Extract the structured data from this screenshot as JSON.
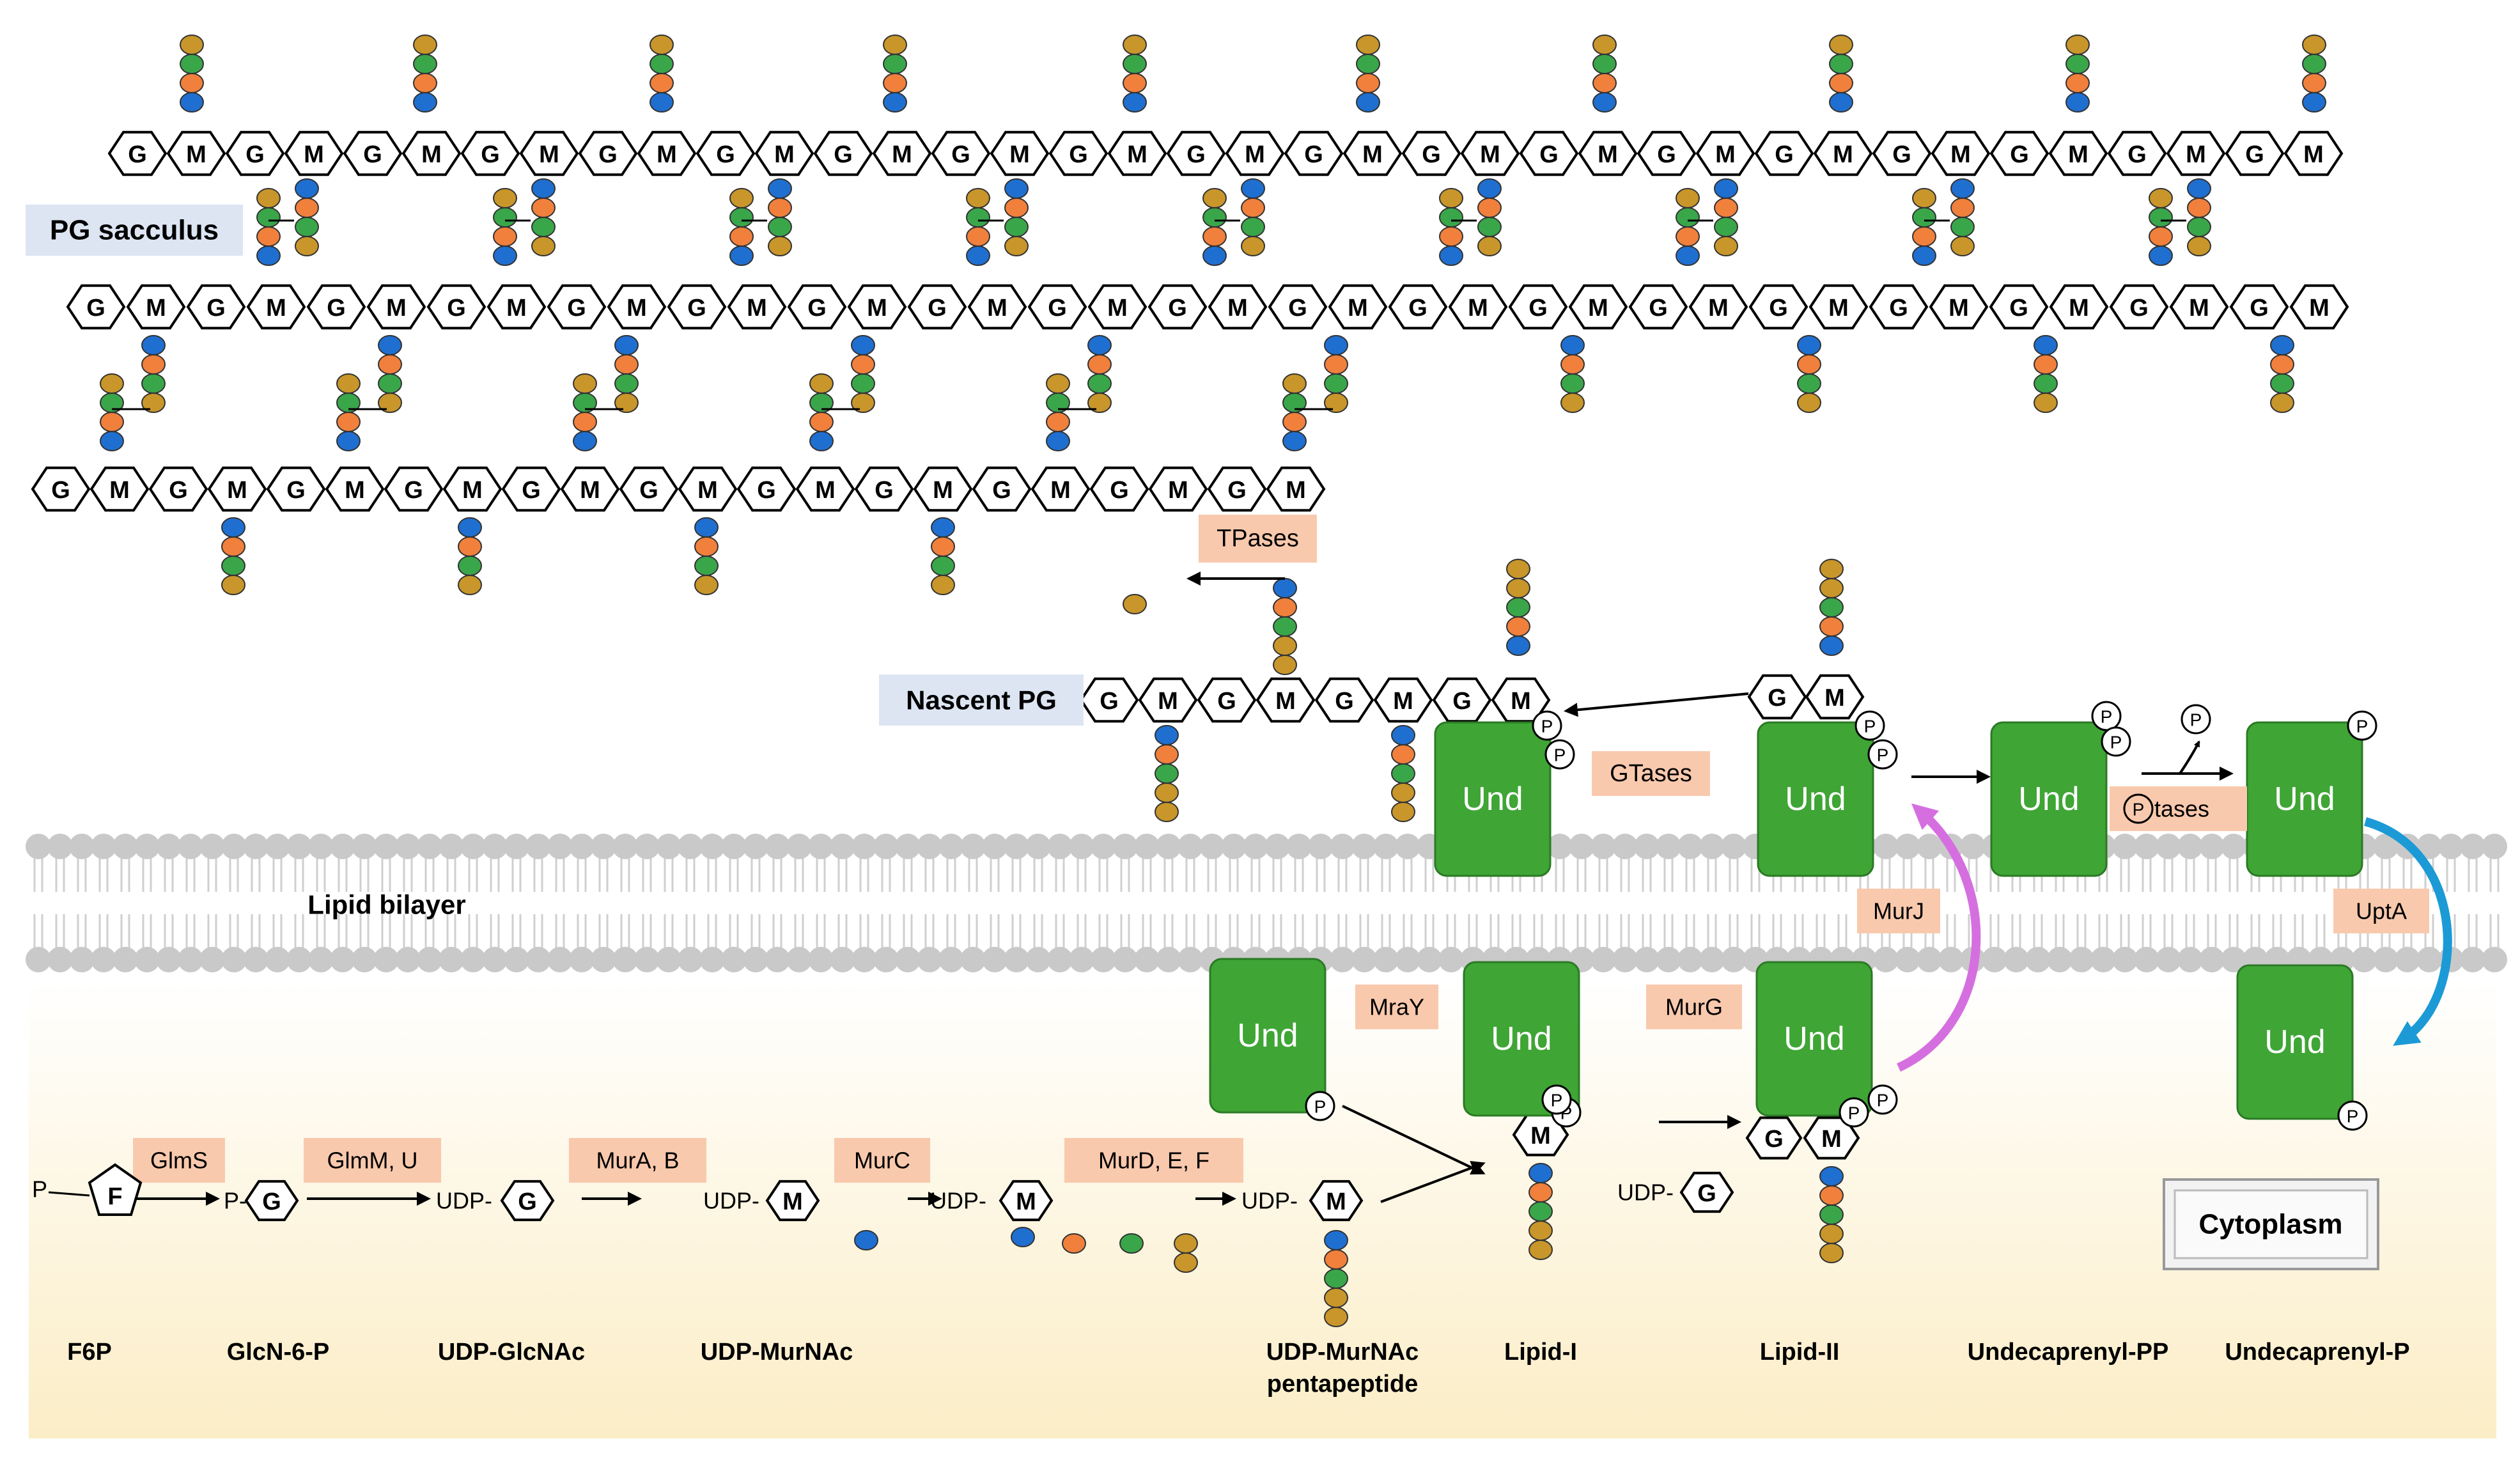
{
  "labels": {
    "pg_sacculus": "PG sacculus",
    "nascent_pg": "Nascent PG",
    "lipid_bilayer": "Lipid bilayer",
    "cytoplasm": "Cytoplasm"
  },
  "enzymes": {
    "tpases": "TPases",
    "gtases": "GTases",
    "murj": "MurJ",
    "ptases_suffix": "tases",
    "upta": "UptA",
    "mray": "MraY",
    "murg": "MurG",
    "glms": "GlmS",
    "glmm_u": "GlmM, U",
    "mura_b": "MurA, B",
    "murc": "MurC",
    "murdef": "MurD, E,   F"
  },
  "glyphs": {
    "g": "G",
    "m": "M",
    "f": "F",
    "p": "P",
    "und": "Und",
    "udp": "UDP-",
    "p_dash": "P-"
  },
  "pathway_labels": {
    "f6p": "F6P",
    "glcn6p": "GlcN-6-P",
    "udp_glcnac": "UDP-GlcNAc",
    "udp_murnac": "UDP-MurNAc",
    "udp_murnac_penta_1": "UDP-MurNAc",
    "udp_murnac_penta_2": "pentapeptide",
    "lipid_i": "Lipid-I",
    "lipid_ii": "Lipid-II",
    "undecaprenyl_pp": "Undecaprenyl-PP",
    "undecaprenyl_p": "Undecaprenyl-P"
  },
  "colors": {
    "enzyme_box": "#f9c9ad",
    "label_box": "#dde5f3",
    "und_green": "#3fa535",
    "und_stroke": "#2b7a25",
    "bead_blue": "#1f6fd1",
    "bead_orange": "#f0803c",
    "bead_green": "#3aa64a",
    "bead_gold": "#c8962a",
    "murj_arrow": "#d56fe0",
    "upta_arrow": "#1b9ad6",
    "membrane_head": "#c9c9c9",
    "cytoplasm_gradient_start": "#ffffff",
    "cytoplasm_gradient_end": "#fbedc6"
  }
}
